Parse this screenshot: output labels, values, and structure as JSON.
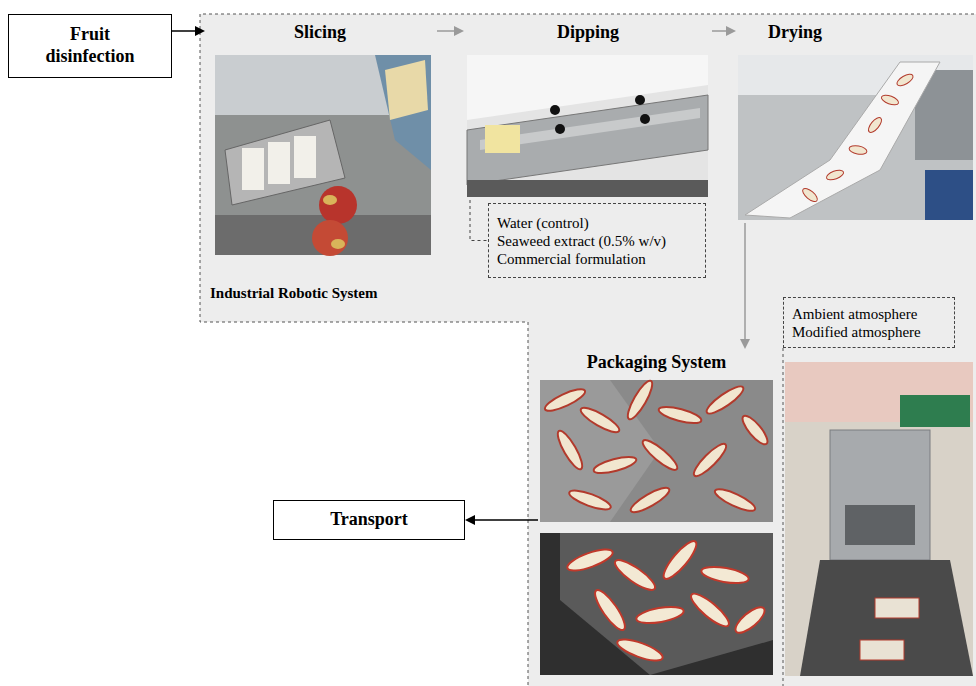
{
  "diagram": {
    "nodes": [
      {
        "text": [
          "Fruit disinfection"
        ]
      },
      {
        "text": [
          "Slicing",
          "Industrial Robotic System"
        ]
      },
      {
        "text": [
          "Dipping"
        ]
      },
      {
        "text": [
          "Drying"
        ]
      },
      {
        "text": [
          "Water (control)",
          "Seaweed extract (0.5% w/v)",
          "Commercial formulation"
        ]
      },
      {
        "text": [
          "Packaging System"
        ]
      },
      {
        "text": [
          "Ambient atmosphere",
          "Modified atmosphere"
        ]
      },
      {
        "text": [
          "Transport"
        ]
      }
    ],
    "edges": [
      {
        "from": 0,
        "to": 1,
        "arrow": "to"
      },
      {
        "from": 1,
        "to": 2,
        "arrow": "to"
      },
      {
        "from": 2,
        "to": 3,
        "arrow": "to"
      },
      {
        "from": 2,
        "to": 4,
        "arrow": "none"
      },
      {
        "from": 3,
        "to": 5,
        "arrow": "to"
      },
      {
        "from": 5,
        "to": 7,
        "arrow": "to"
      }
    ]
  }
}
